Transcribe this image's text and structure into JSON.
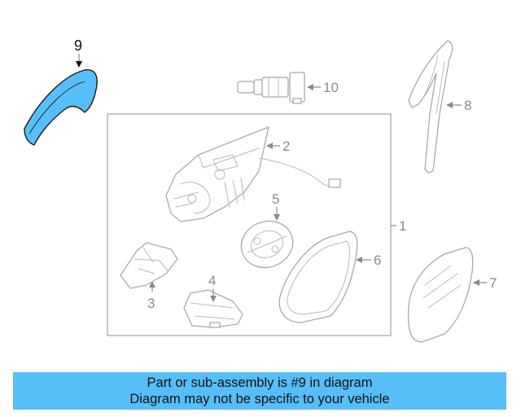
{
  "callouts": {
    "c1": "1",
    "c2": "2",
    "c3": "3",
    "c4": "4",
    "c5": "5",
    "c6": "6",
    "c7": "7",
    "c8": "8",
    "c9": "9",
    "c10": "10"
  },
  "highlight_color": "#57bff7",
  "banner": {
    "line1": "Part or sub-assembly is #9 in diagram",
    "line2": "Diagram may not be specific to your vehicle"
  }
}
